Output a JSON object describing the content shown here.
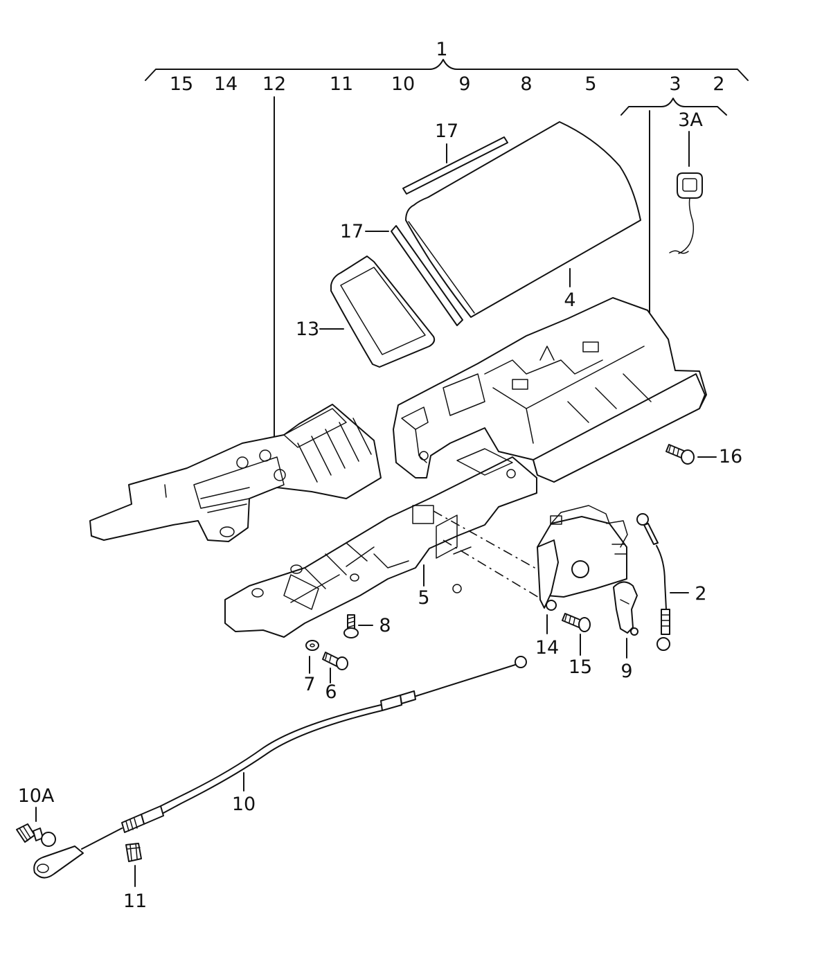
{
  "group": {
    "main_number": "1",
    "sub_numbers": [
      "15",
      "14",
      "12",
      "11",
      "10",
      "9",
      "8",
      "5",
      "3",
      "2"
    ],
    "bracket3_number": "3",
    "bracket3_item": "3A"
  },
  "callouts": {
    "c17_top": "17",
    "c17_left": "17",
    "c4": "4",
    "c13": "13",
    "c16": "16",
    "c5": "5",
    "c8": "8",
    "c2": "2",
    "c14": "14",
    "c15": "15",
    "c9": "9",
    "c7": "7",
    "c6": "6",
    "c10": "10",
    "c10A": "10A",
    "c11": "11"
  }
}
